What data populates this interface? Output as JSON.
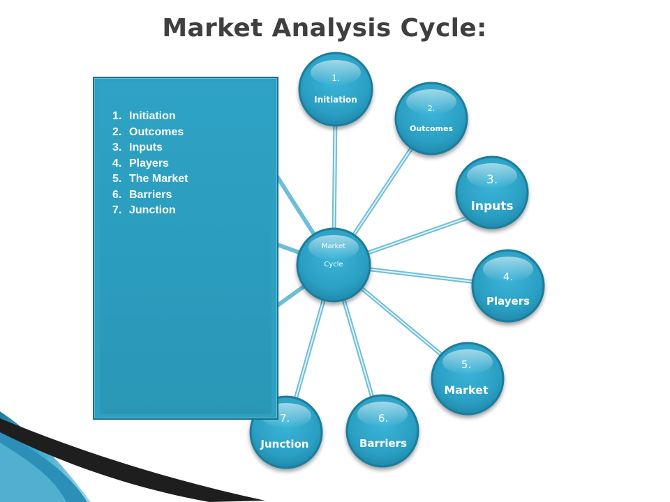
{
  "title": "Market Analysis Cycle:",
  "hub": {
    "line1": "Market",
    "line2": "Cycle"
  },
  "nodes": [
    {
      "num": "1.",
      "label": "Initiation"
    },
    {
      "num": "2.",
      "label": "Outcomes"
    },
    {
      "num": "3.",
      "label": "Inputs"
    },
    {
      "num": "4.",
      "label": "Players"
    },
    {
      "num": "5.",
      "label": "Market"
    },
    {
      "num": "6.",
      "label": "Barriers"
    },
    {
      "num": "7.",
      "label": "Junction"
    }
  ],
  "list": [
    {
      "num": "1.",
      "text": "Initiation"
    },
    {
      "num": "2.",
      "text": "Outcomes"
    },
    {
      "num": "3.",
      "text": "Inputs"
    },
    {
      "num": "4.",
      "text": "Players"
    },
    {
      "num": "5.",
      "text": "The Market"
    },
    {
      "num": "6.",
      "text": "Barriers"
    },
    {
      "num": "7.",
      "text": "Junction"
    }
  ],
  "colors": {
    "node_fill": "#2ea3c6",
    "node_rim": "#1c7fa0",
    "panel": "#2ea0c2",
    "text": "#3f3f3f"
  }
}
